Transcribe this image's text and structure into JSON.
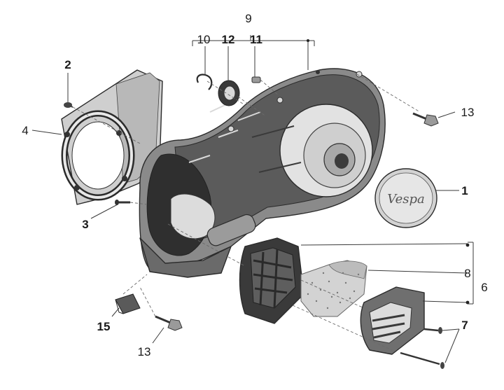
{
  "diagram": {
    "background": "#ffffff",
    "part_fill_dark": "#3c3c3c",
    "part_fill_mid": "#7a7a7a",
    "part_fill_light": "#bdbdbd",
    "callouts": [
      {
        "id": "1",
        "label": "1"
      },
      {
        "id": "2",
        "label": "2"
      },
      {
        "id": "3",
        "label": "3"
      },
      {
        "id": "4",
        "label": "4"
      },
      {
        "id": "6",
        "label": "6"
      },
      {
        "id": "7",
        "label": "7"
      },
      {
        "id": "8",
        "label": "8"
      },
      {
        "id": "9",
        "label": "9"
      },
      {
        "id": "10",
        "label": "10"
      },
      {
        "id": "11",
        "label": "11"
      },
      {
        "id": "12",
        "label": "12"
      },
      {
        "id": "13a",
        "label": "13"
      },
      {
        "id": "13b",
        "label": "13"
      },
      {
        "id": "15",
        "label": "15"
      }
    ],
    "parts": [
      {
        "name": "transmission-cover",
        "callout": "9"
      },
      {
        "name": "emblem-cover",
        "callout": "1",
        "logo_text": "Vespa"
      },
      {
        "name": "gasket-plate",
        "callout": "4"
      },
      {
        "name": "bearing",
        "callout": "12"
      },
      {
        "name": "circlip",
        "callout": "10"
      },
      {
        "name": "pin",
        "callout": "11"
      },
      {
        "name": "intake-body",
        "callout": "6"
      },
      {
        "name": "air-filter",
        "callout": "8"
      },
      {
        "name": "intake-cover",
        "callout": "6"
      },
      {
        "name": "clip",
        "callout": "15"
      }
    ]
  }
}
